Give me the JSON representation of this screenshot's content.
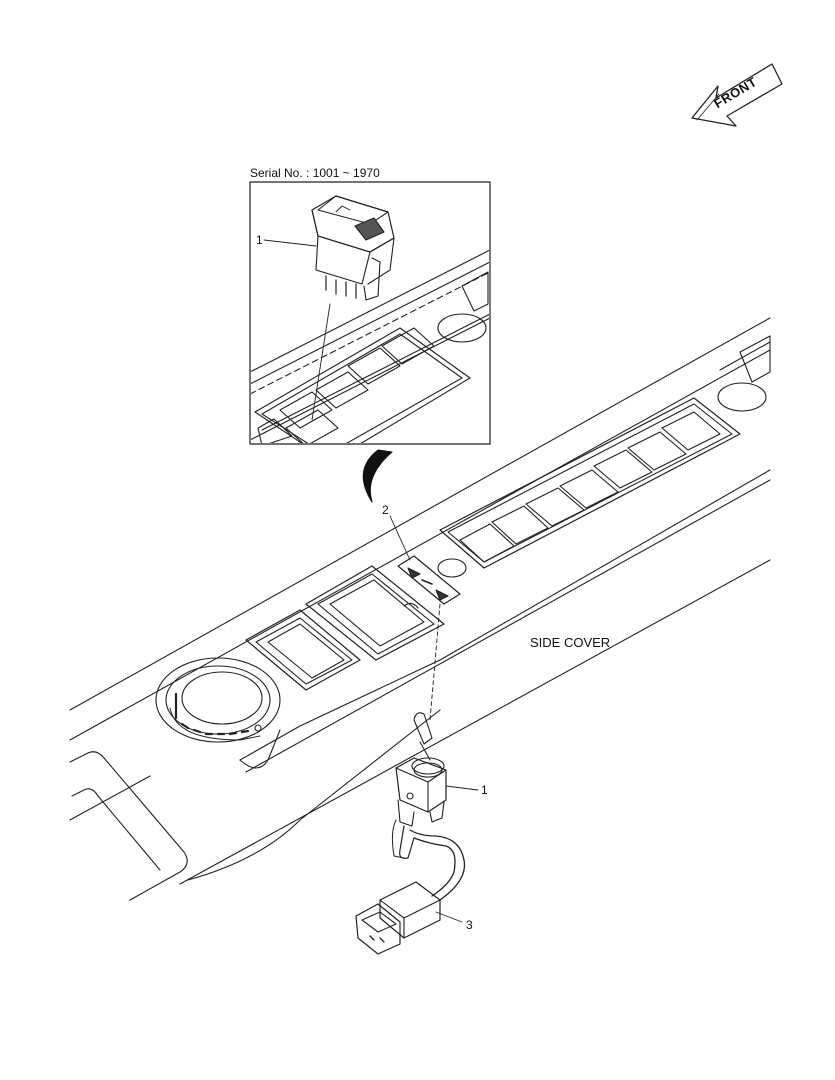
{
  "header": {
    "front_arrow_label": "FRONT"
  },
  "inset": {
    "serial_label": "Serial No. : 1001 ~ 1970",
    "callout_1": "1"
  },
  "main": {
    "callout_2": "2",
    "callout_1": "1",
    "callout_3": "3",
    "side_cover_label": "SIDE COVER"
  },
  "icons": {
    "front_arrow": "front-arrow-icon",
    "rocker_switch": "rocker-switch-icon",
    "toggle_switch": "toggle-switch-icon",
    "connector": "connector-icon",
    "decal": "decal-icon",
    "ignition": "ignition-ring-icon"
  },
  "colors": {
    "line": "#222222",
    "background": "#ffffff",
    "fill_dark": "#555555"
  }
}
